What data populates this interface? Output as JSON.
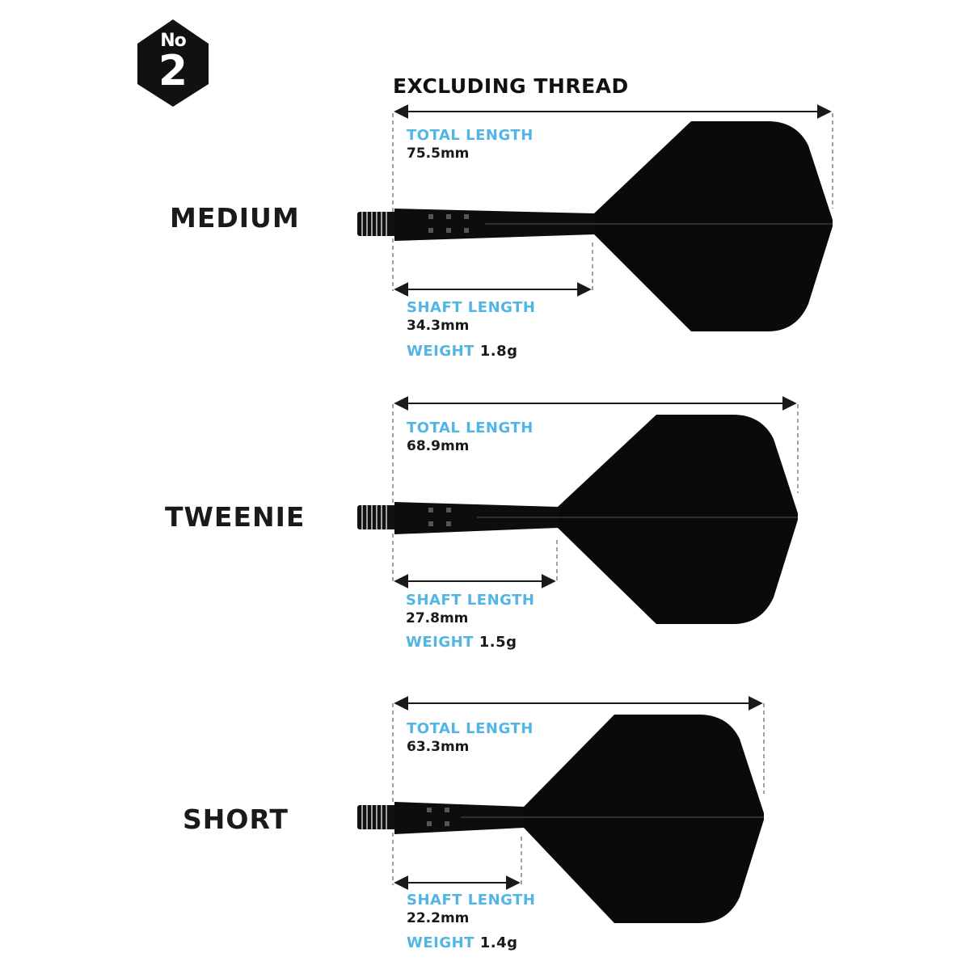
{
  "badge": {
    "prefix": "No",
    "number": "2"
  },
  "header": {
    "label": "EXCLUDING THREAD"
  },
  "shafts": [
    {
      "name": "MEDIUM",
      "total_label": "TOTAL LENGTH",
      "total_value": "75.5mm",
      "shaft_label": "SHAFT LENGTH",
      "shaft_value": "34.3mm",
      "weight_label": "WEIGHT",
      "weight_value": "1.8g"
    },
    {
      "name": "TWEENIE",
      "total_label": "TOTAL LENGTH",
      "total_value": "68.9mm",
      "shaft_label": "SHAFT LENGTH",
      "shaft_value": "27.8mm",
      "weight_label": "WEIGHT",
      "weight_value": "1.5g"
    },
    {
      "name": "SHORT",
      "total_label": "TOTAL LENGTH",
      "total_value": "63.3mm",
      "shaft_label": "SHAFT LENGTH",
      "shaft_value": "22.2mm",
      "weight_label": "WEIGHT",
      "weight_value": "1.4g"
    }
  ],
  "colors": {
    "accent": "#52b5e3",
    "ink": "#1a1a1a"
  }
}
